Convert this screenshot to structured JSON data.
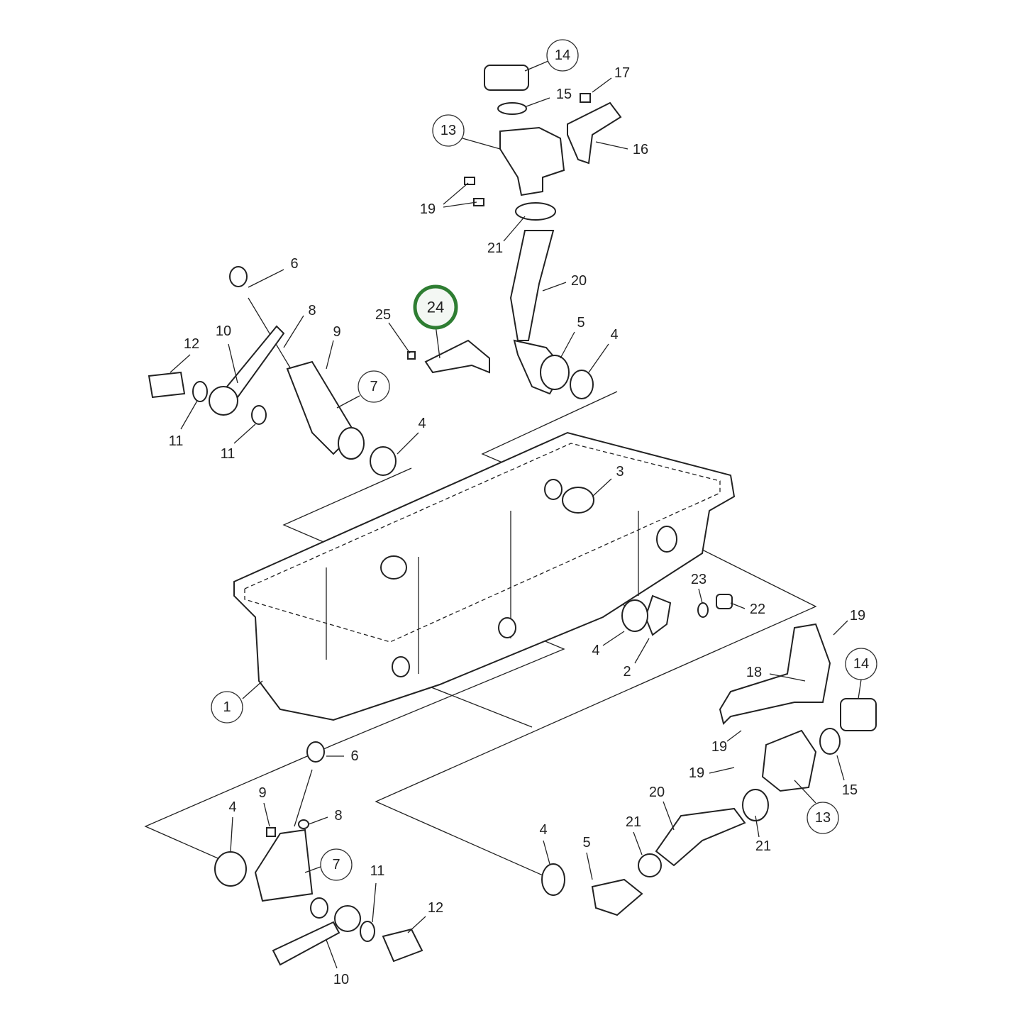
{
  "diagram": {
    "highlight_color": "#2e7d32",
    "highlighted_part": "24",
    "callouts": [
      "14",
      "15",
      "17",
      "13",
      "16",
      "19",
      "21",
      "20",
      "6",
      "8",
      "24",
      "25",
      "5",
      "4",
      "12",
      "10",
      "9",
      "7",
      "4",
      "11",
      "11",
      "3",
      "23",
      "22",
      "19",
      "14",
      "4",
      "2",
      "18",
      "1",
      "19",
      "6",
      "19",
      "15",
      "20",
      "9",
      "4",
      "8",
      "13",
      "21",
      "21",
      "4",
      "5",
      "7",
      "11",
      "12",
      "10"
    ]
  }
}
